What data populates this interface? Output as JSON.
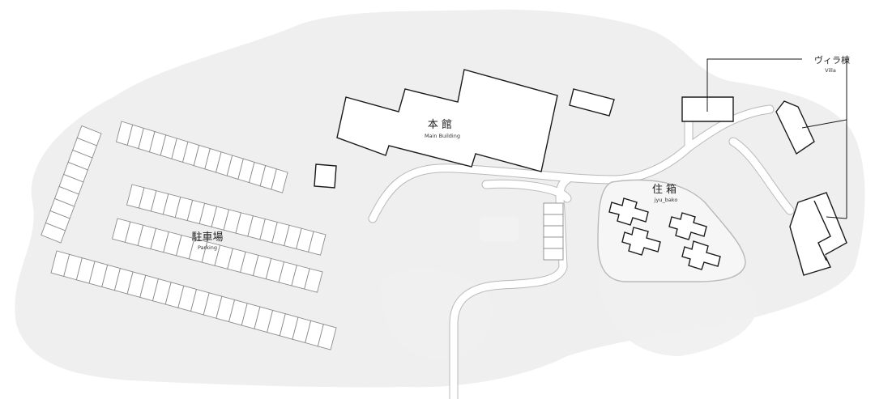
{
  "map": {
    "areas": {
      "main_building": {
        "name_jp": "本 館",
        "name_en": "Main Building"
      },
      "parking": {
        "name_jp": "駐車場",
        "name_en": "Parking"
      },
      "jyu_bako": {
        "name_jp": "住 箱",
        "name_en": "jyu_bako"
      },
      "villa": {
        "name_jp": "ヴィラ棟",
        "name_en": "Villa"
      }
    },
    "colors": {
      "ground": "#efefef",
      "road_edge": "#b9b9b9",
      "building_outline": "#1a1a1a",
      "parking_bay_outline": "#8c8c8c"
    }
  }
}
